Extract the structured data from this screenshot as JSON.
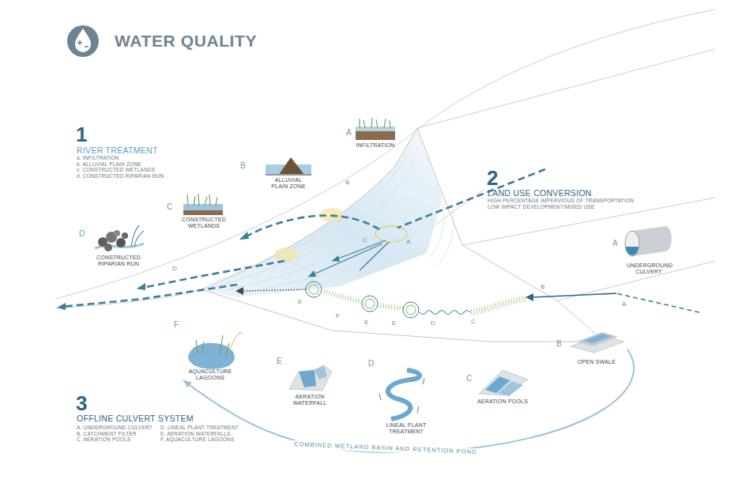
{
  "diagram": {
    "title": "WATER QUALITY",
    "nodes": [
      {
        "text": [
          "INFILTRATION"
        ]
      },
      {
        "text": [
          "ALLUVIAL PLAIN ZONE"
        ]
      },
      {
        "text": [
          "CONSTRUCTED WETLANDS"
        ]
      },
      {
        "text": [
          "CONSTRUCTED RIPARIAN RUN"
        ]
      },
      {
        "text": [
          "UNDERGROUND CULVERT"
        ]
      },
      {
        "text": [
          "OPEN SWALE"
        ]
      },
      {
        "text": [
          "AERATION POOLS"
        ]
      },
      {
        "text": [
          "LINEAL PLANT TREATMENT"
        ]
      },
      {
        "text": [
          "AERATION WATERFALL"
        ]
      },
      {
        "text": [
          "AQUACULTURE LAGOONS"
        ]
      }
    ],
    "edges": [
      {
        "from": 5,
        "to": 9,
        "arrow": "to",
        "label": "COMBINED WETLAND BASIN AND RETENTION POND"
      }
    ],
    "labels": [
      "1",
      "RIVER TREATMENT",
      "a. INFILTRATION",
      "b. ALLUVIAL PLAIN ZONE",
      "c. CONSTRUCTED WETLANDS",
      "d. CONSTRUCTED RIPARIAN RUN",
      "A",
      "B",
      "C",
      "D",
      "A",
      "B",
      "C",
      "D",
      "2",
      "LAND USE CONVERSION",
      "HIGH PERCENTAGE IMPERVIOUS OF TRANSPORTATION",
      "LOW IMPACT DEVELOPMENT/MIXED USE",
      "A",
      "B",
      "C",
      "D",
      "E",
      "F",
      "A",
      "B",
      "C",
      "D",
      "E",
      "E",
      "F",
      "E",
      "3",
      "OFFLINE CULVERT SYSTEM",
      "A. UNDERGROUND CULVERT",
      "B. CATCHMENT FILTER",
      "C. AERATION POOLS",
      "D. LINEAL PLANT TREATMENT",
      "E. AERATION WATERFALLS",
      "F. AQUACULTURE LAGOONS"
    ]
  }
}
